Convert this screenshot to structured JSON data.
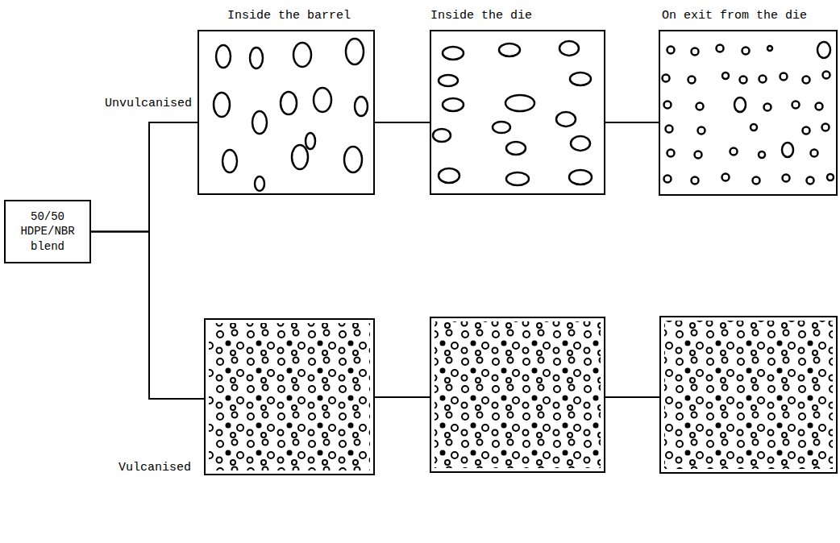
{
  "diagram": {
    "nodes": [
      {
        "text": [
          "50/50 HDPE/NBR blend"
        ]
      },
      {
        "text": [
          "Inside the barrel"
        ]
      },
      {
        "text": [
          "Inside the die"
        ]
      },
      {
        "text": [
          "On exit from the die"
        ]
      },
      {
        "text": []
      },
      {
        "text": []
      },
      {
        "text": []
      }
    ],
    "edges": [
      {
        "from": 0,
        "to": 1,
        "arrow": "none"
      },
      {
        "from": 0,
        "to": 4,
        "arrow": "none"
      },
      {
        "from": 1,
        "to": 2,
        "arrow": "none"
      },
      {
        "from": 2,
        "to": 3,
        "arrow": "none"
      },
      {
        "from": 4,
        "to": 5,
        "arrow": "none"
      },
      {
        "from": 5,
        "to": 6,
        "arrow": "none"
      }
    ],
    "labels": [
      "Unvulcanised",
      "Vulcanised"
    ]
  }
}
